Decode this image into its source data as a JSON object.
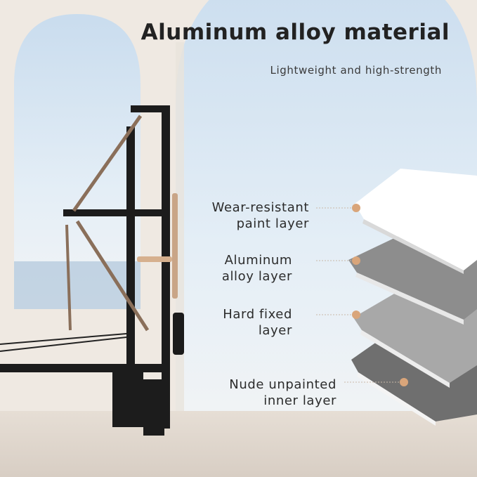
{
  "header": {
    "title": "Aluminum alloy material",
    "subtitle": "Lightweight and high-strength"
  },
  "layers": [
    {
      "line1": "Wear-resistant",
      "line2": "paint layer"
    },
    {
      "line1": "Aluminum",
      "line2": "alloy layer"
    },
    {
      "line1": "Hard fixed",
      "line2": "layer"
    },
    {
      "line1": "Nude unpainted",
      "line2": "inner layer"
    }
  ],
  "colors": {
    "marker": "#d9a57a",
    "paint_layer": "#ffffff",
    "aluminum_layer": "#8d8d8d",
    "fixed_layer": "#a8a8a8",
    "inner_layer": "#6f6f6f",
    "frame": "#1c1c1c"
  }
}
